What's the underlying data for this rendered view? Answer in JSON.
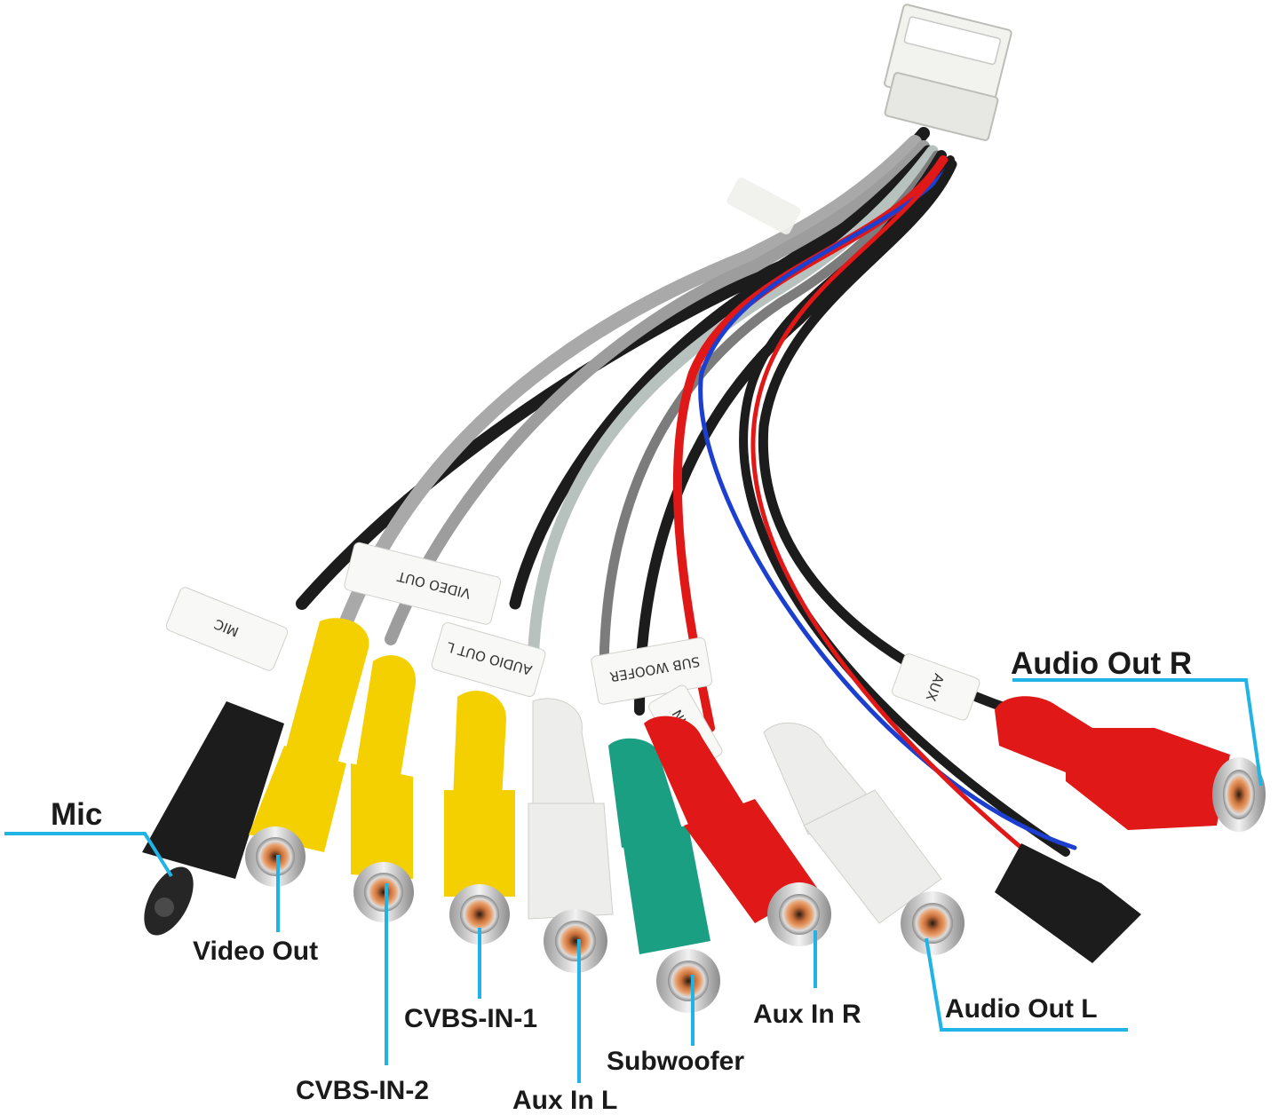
{
  "photo": {
    "sleeve_labels": [
      "MIC",
      "VIDEO OUT",
      "AUDIO OUT L",
      "SUB WOOFER",
      "AUX IN",
      "AUX"
    ]
  },
  "callouts": {
    "audio_out_r": "Audio Out R",
    "mic": "Mic",
    "video_out": "Video Out",
    "cvbs_in_1": "CVBS-IN-1",
    "cvbs_in_2": "CVBS-IN-2",
    "aux_in_l": "Aux In L",
    "subwoofer": "Subwoofer",
    "aux_in_r": "Aux In R",
    "audio_out_l": "Audio Out L"
  },
  "colors": {
    "leader_line": "#1fb3e6",
    "plug_yellow": "#f5d000",
    "plug_red": "#e01818",
    "plug_white": "#ededeb",
    "plug_green": "#1b9f82",
    "plug_black": "#1c1c1c",
    "wire_gray": "#a9a9a9",
    "wire_blue": "#1c3fcf"
  }
}
